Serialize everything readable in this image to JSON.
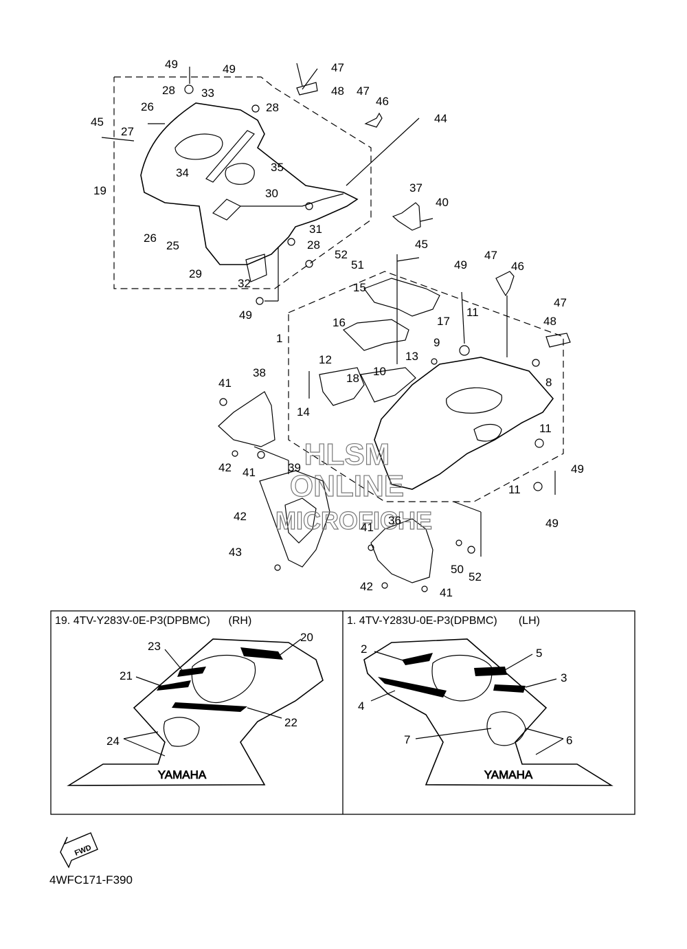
{
  "callouts": {
    "c49a": "49",
    "c49b": "49",
    "c47a": "47",
    "c48a": "48",
    "c28a": "28",
    "c33": "33",
    "c26a": "26",
    "c28b": "28",
    "c47b": "47",
    "c46a": "46",
    "c44": "44",
    "c45a": "45",
    "c27": "27",
    "c34": "34",
    "c35": "35",
    "c19": "19",
    "c30": "30",
    "c37": "37",
    "c40": "40",
    "c31": "31",
    "c26b": "26",
    "c25": "25",
    "c28c": "28",
    "c52a": "52",
    "c51": "51",
    "c29": "29",
    "c32": "32",
    "c45b": "45",
    "c49c": "49",
    "c47c": "47",
    "c46b": "46",
    "c15": "15",
    "c17": "17",
    "c11a": "11",
    "c47d": "47",
    "c48b": "48",
    "c16": "16",
    "c1": "1",
    "c9": "9",
    "c8": "8",
    "c12": "12",
    "c13": "13",
    "c18": "18",
    "c10": "10",
    "c41a": "41",
    "c38": "38",
    "c14": "14",
    "c11b": "11",
    "c49d": "49",
    "c42a": "42",
    "c41b": "41",
    "c39": "39",
    "c11c": "11",
    "c42b": "42",
    "c49e": "49",
    "c36": "36",
    "c41c": "41",
    "c43": "43",
    "c50": "50",
    "c52b": "52",
    "c42c": "42",
    "c41d": "41",
    "p20": "20",
    "p23": "23",
    "p21": "21",
    "p22": "22",
    "p24": "24",
    "p2": "2",
    "p5": "5",
    "p3": "3",
    "p4": "4",
    "p7": "7",
    "p6": "6"
  },
  "watermark": {
    "line1": "HLSM",
    "line2": "ONLINE",
    "line3": "MICROFICHE"
  },
  "panels": {
    "rh_title": "19. 4TV-Y283V-0E-P3(DPBMC)      (RH)",
    "lh_title": "1. 4TV-Y283U-0E-P3(DPBMC)       (LH)",
    "rh_brand": "YAMAHA",
    "lh_brand": "YAMAHA"
  },
  "fwd_label": "FWD",
  "diagram_code": "4WFC171-F390"
}
